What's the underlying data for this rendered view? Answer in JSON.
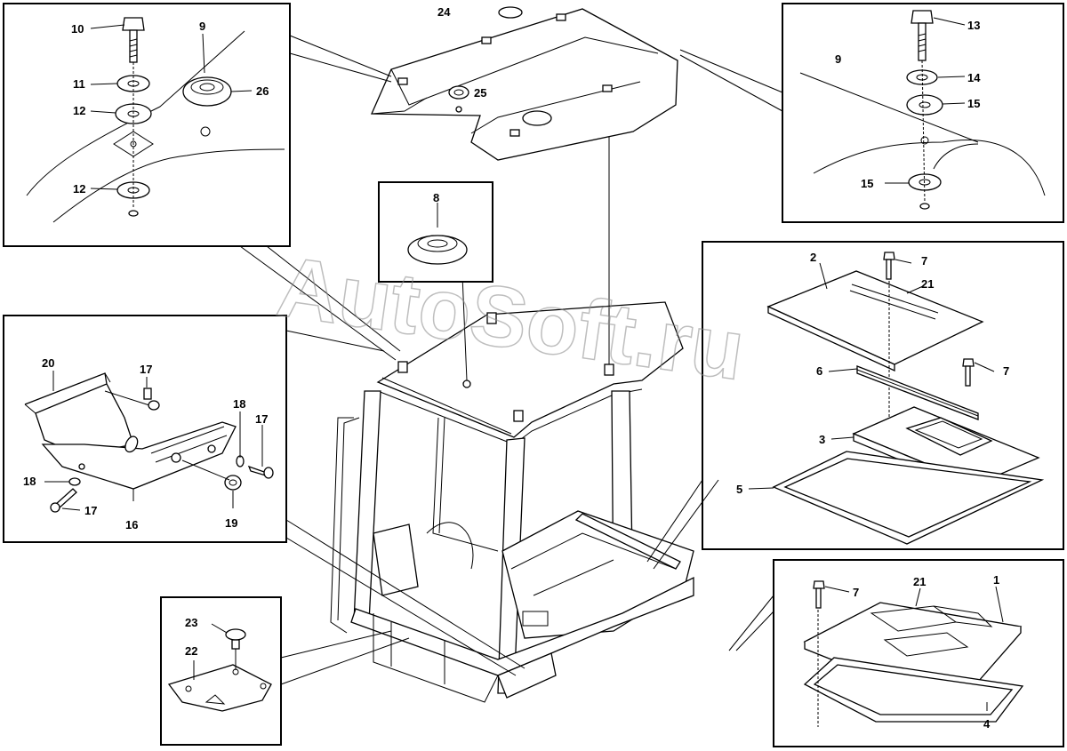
{
  "watermark": "AutoSoft.ru",
  "callouts": {
    "c1": "1",
    "c2": "2",
    "c3": "3",
    "c4": "4",
    "c5": "5",
    "c6": "6",
    "c7": "7",
    "c8": "8",
    "c9": "9",
    "c10": "10",
    "c11": "11",
    "c12": "12",
    "c13": "13",
    "c14": "14",
    "c15": "15",
    "c16": "16",
    "c17": "17",
    "c18": "18",
    "c19": "19",
    "c20": "20",
    "c21": "21",
    "c22": "22",
    "c23": "23",
    "c24": "24",
    "c25": "25",
    "c26": "26"
  }
}
